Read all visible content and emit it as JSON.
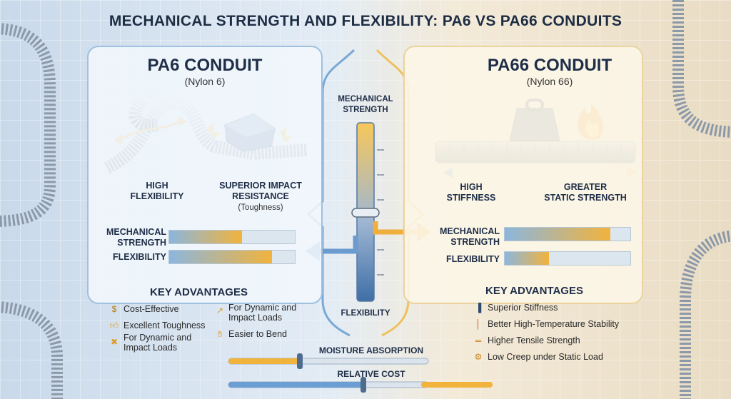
{
  "title": "MECHANICAL STRENGTH AND FLEXIBILITY: PA6 VS PA66 CONDUITS",
  "left": {
    "title": "PA6 CONDUIT",
    "subtitle": "(Nylon 6)",
    "feature1_line1": "HIGH",
    "feature1_line2": "FLEXIBILITY",
    "feature2_line1": "SUPERIOR IMPACT",
    "feature2_line2": "RESISTANCE",
    "feature2_note": "(Toughness)",
    "bars": {
      "strength_line1": "MECHANICAL",
      "strength_line2": "STRENGTH",
      "strength_level": 0.58,
      "flex_label": "FLEXIBILITY",
      "flex_level": 0.82
    },
    "key_title": "KEY ADVANTAGES",
    "adv": {
      "a1": "Cost-Effective",
      "a2": "Excellent Toughness",
      "a3_line1": "For Dynamic and",
      "a3_line2": "Impact Loads",
      "a4_line1": "For Dynamic and",
      "a4_line2": "Impact Loads",
      "a5": "Easier to Bend"
    },
    "icons": [
      "dollar-coin-icon",
      "thumbs-up-icon",
      "crossed-arrows-icon",
      "bend-arrow-icon",
      "hand-icon"
    ]
  },
  "right": {
    "title": "PA66 CONDUIT",
    "subtitle": "(Nylon 66)",
    "feature1_line1": "HIGH",
    "feature1_line2": "STIFFNESS",
    "feature2_line1": "GREATER",
    "feature2_line2": "STATIC STRENGTH",
    "bars": {
      "strength_line1": "MECHANICAL",
      "strength_line2": "STRENGTH",
      "strength_level": 0.84,
      "flex_label": "FLEXIBILITY",
      "flex_level": 0.35
    },
    "key_title": "KEY ADVANTAGES",
    "adv": {
      "a1": "Superior Stiffness",
      "a2": "Better High-Temperature Stability",
      "a3": "Higher Tensile Strength",
      "a4": "Low Creep under Static Load"
    },
    "icons": [
      "bar-chart-icon",
      "thermometer-icon",
      "dumbbell-icon",
      "gear-icon"
    ]
  },
  "center": {
    "top_line1": "MECHANICAL",
    "top_line2": "STRENGTH",
    "bottom": "FLEXIBILITY"
  },
  "bottom": {
    "moisture": "MOISTURE ABSORPTION",
    "cost": "RELATIVE COST"
  },
  "colors": {
    "blue": "#5b93c9",
    "gold": "#f1b33c",
    "navy": "#1f2e48"
  }
}
